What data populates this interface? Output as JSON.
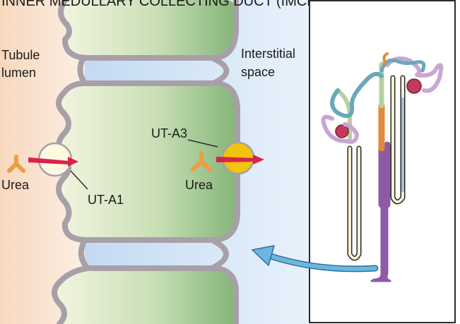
{
  "header": {
    "title": "INNER MEDULLARY COLLECTING DUCT (IMCD)"
  },
  "labels": {
    "tubule_lumen_line1": "Tubule",
    "tubule_lumen_line2": "lumen",
    "interstitial_line1": "Interstitial",
    "interstitial_line2": "space",
    "urea_left": "Urea",
    "urea_right": "Urea",
    "transporter_apical": "UT-A1",
    "transporter_basolateral": "UT-A3"
  },
  "colors": {
    "lumen": "#f6dcc2",
    "interstitium": "#cfe2f5",
    "cell_light": "#f0f3dc",
    "cell_dark": "#86b67a",
    "membrane": "#a7a0a8",
    "ut_a1": "#fdf8df",
    "ut_a3": "#f2c40e",
    "arrow_red": "#d8234a",
    "urea": "#ee9e3f",
    "pointer_arrow": "#6cb6e0",
    "collecting_duct": "#8e5aa6"
  },
  "icons": {
    "urea_molecule": "y-shaped-molecule-icon",
    "transport_arrow": "arrow-right-icon",
    "nephron": "nephron-icon"
  }
}
